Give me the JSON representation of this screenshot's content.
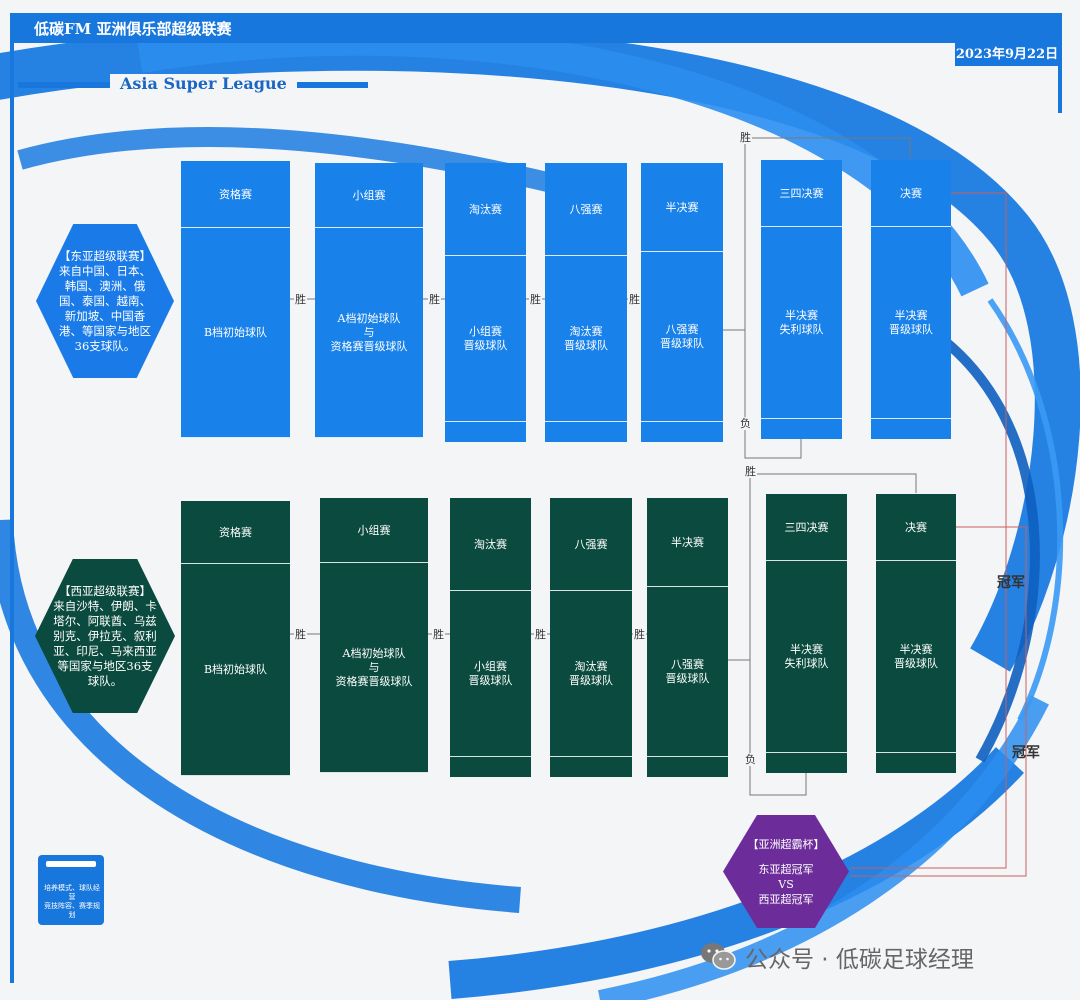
{
  "header": {
    "app_title": "低碳FM 亚洲俱乐部超级联赛",
    "date": "2023年9月22日",
    "subtitle": "Asia Super League"
  },
  "colors": {
    "brand_blue": "#1877dc",
    "east_column_blue": "#1881ea",
    "west_column_green": "#0b4a3e",
    "cup_purple": "#6c2d9a",
    "connector_red": "#c86060"
  },
  "east": {
    "hex_text": "【东亚超级联赛】\n来自中国、日本、韩国、澳洲、俄国、泰国、越南、新加坡、中国香港、等国家与地区36支球队。",
    "stages": [
      {
        "header": "资格赛",
        "body": "B档初始球队"
      },
      {
        "header": "小组赛",
        "body": "A档初始球队\n与\n资格赛晋级球队"
      },
      {
        "header": "淘汰赛",
        "body": "小组赛\n晋级球队"
      },
      {
        "header": "八强赛",
        "body": "淘汰赛\n晋级球队"
      },
      {
        "header": "半决赛",
        "body": "八强赛\n晋级球队"
      },
      {
        "header": "三四决赛",
        "body": "半决赛\n失利球队"
      },
      {
        "header": "决赛",
        "body": "半决赛\n晋级球队"
      }
    ]
  },
  "west": {
    "hex_text": "【西亚超级联赛】\n来自沙特、伊朗、卡塔尔、阿联酋、乌兹别克、伊拉克、叙利亚、印尼、马来西亚等国家与地区36支球队。",
    "stages": [
      {
        "header": "资格赛",
        "body": "B档初始球队"
      },
      {
        "header": "小组赛",
        "body": "A档初始球队\n与\n资格赛晋级球队"
      },
      {
        "header": "淘汰赛",
        "body": "小组赛\n晋级球队"
      },
      {
        "header": "八强赛",
        "body": "淘汰赛\n晋级球队"
      },
      {
        "header": "半决赛",
        "body": "八强赛\n晋级球队"
      },
      {
        "header": "三四决赛",
        "body": "半决赛\n失利球队"
      },
      {
        "header": "决赛",
        "body": "半决赛\n晋级球队"
      }
    ]
  },
  "labels": {
    "win": "胜",
    "lose": "负",
    "champion": "冠军"
  },
  "cup": {
    "title": "【亚洲超霸杯】",
    "line1": "东亚超冠军",
    "vs": "VS",
    "line2": "西亚超冠军"
  },
  "phone": {
    "text": "培养模式、球队经营\n竞技阵容、赛季规划"
  },
  "watermark": {
    "text": "公众号 · 低碳足球经理",
    "icon": "wechat-icon"
  }
}
